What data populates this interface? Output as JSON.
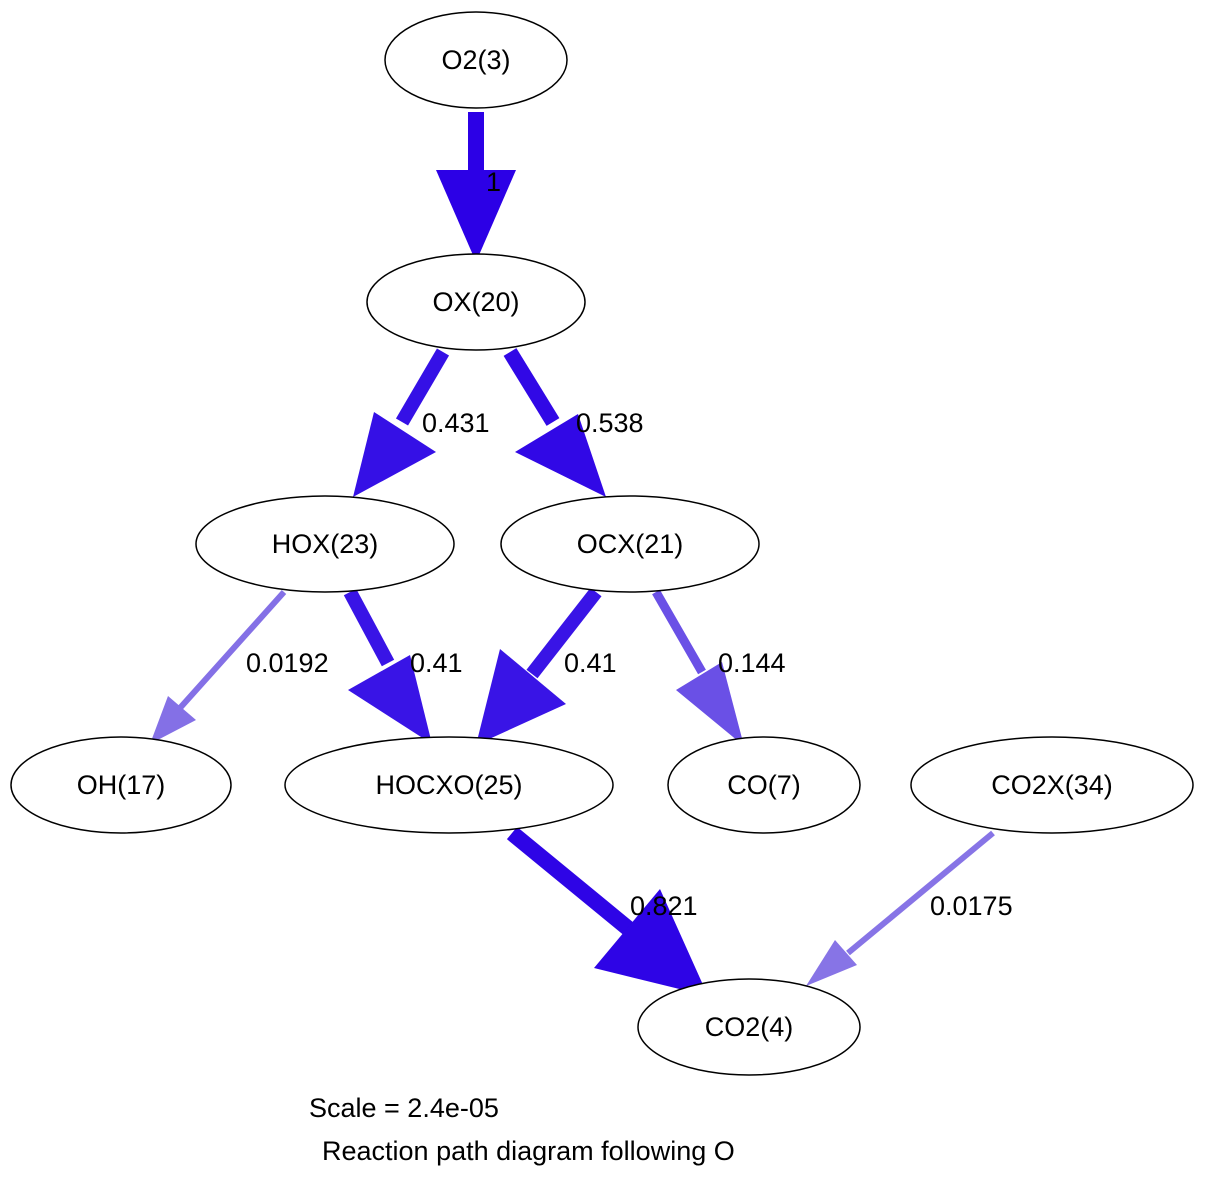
{
  "nodes": [
    {
      "id": "o2",
      "label": "O2(3)"
    },
    {
      "id": "ox",
      "label": "OX(20)"
    },
    {
      "id": "hox",
      "label": "HOX(23)"
    },
    {
      "id": "ocx",
      "label": "OCX(21)"
    },
    {
      "id": "oh",
      "label": "OH(17)"
    },
    {
      "id": "hocxo",
      "label": "HOCXO(25)"
    },
    {
      "id": "co",
      "label": "CO(7)"
    },
    {
      "id": "co2x",
      "label": "CO2X(34)"
    },
    {
      "id": "co2",
      "label": "CO2(4)"
    }
  ],
  "edges": [
    {
      "from": "O2(3)",
      "to": "OX(20)",
      "label": "1",
      "color": "#2c00e6"
    },
    {
      "from": "OX(20)",
      "to": "HOX(23)",
      "label": "0.431",
      "color": "#3510e6"
    },
    {
      "from": "OX(20)",
      "to": "OCX(21)",
      "label": "0.538",
      "color": "#3108e6"
    },
    {
      "from": "HOX(23)",
      "to": "OH(17)",
      "label": "0.0192",
      "color": "#8470e6"
    },
    {
      "from": "HOX(23)",
      "to": "HOCXO(25)",
      "label": "0.41",
      "color": "#3914e6"
    },
    {
      "from": "OCX(21)",
      "to": "HOCXO(25)",
      "label": "0.41",
      "color": "#3914e6"
    },
    {
      "from": "OCX(21)",
      "to": "CO(7)",
      "label": "0.144",
      "color": "#6a50e6"
    },
    {
      "from": "HOCXO(25)",
      "to": "CO2(4)",
      "label": "0.821",
      "color": "#2e04e6"
    },
    {
      "from": "CO2X(34)",
      "to": "CO2(4)",
      "label": "0.0175",
      "color": "#8774e6"
    }
  ],
  "caption": {
    "scale": "Scale = 2.4e-05",
    "title": "Reaction path diagram following O"
  }
}
